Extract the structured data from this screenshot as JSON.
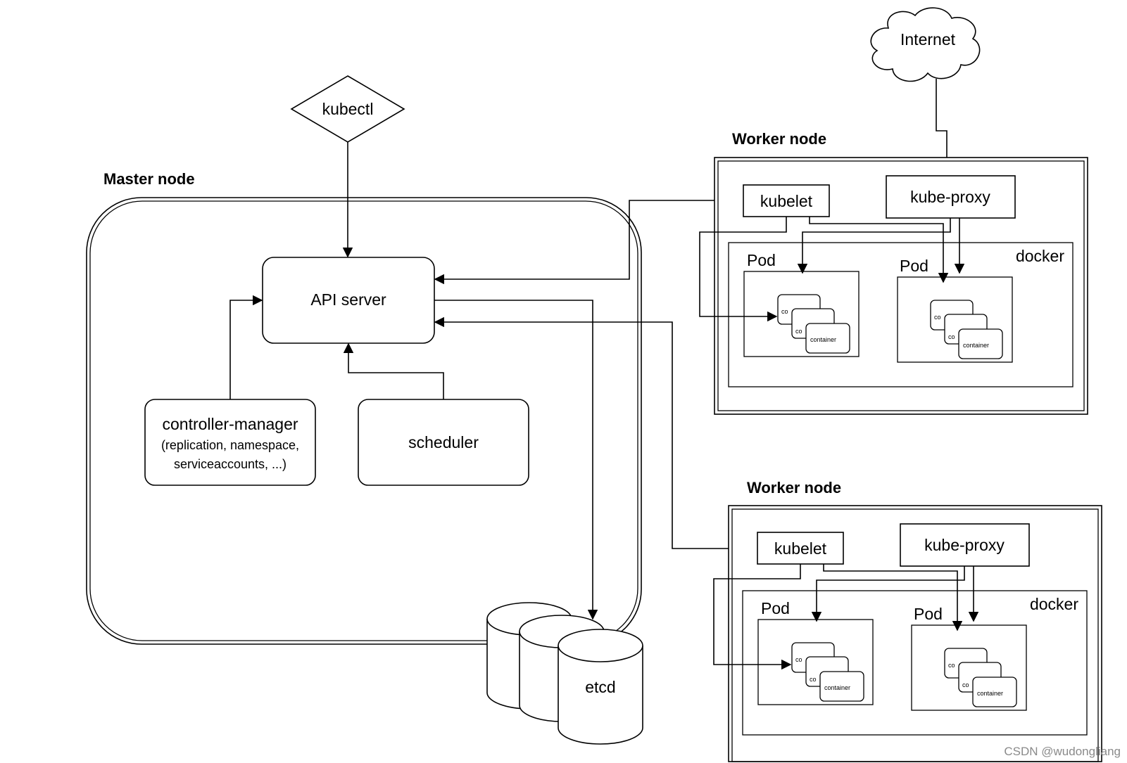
{
  "diagram": {
    "kubectl": "kubectl",
    "internet": "Internet",
    "master": {
      "title": "Master node",
      "api_server": "API server",
      "controller_manager": {
        "title": "controller-manager",
        "line1": "(replication, namespace,",
        "line2": "serviceaccounts, ...)"
      },
      "scheduler": "scheduler",
      "etcd": "etcd"
    },
    "workers": [
      {
        "title": "Worker node",
        "kubelet": "kubelet",
        "kube_proxy": "kube-proxy",
        "docker": "docker",
        "pods": [
          {
            "label": "Pod",
            "containers": [
              "co",
              "co",
              "container"
            ]
          },
          {
            "label": "Pod",
            "containers": [
              "co",
              "co",
              "container"
            ]
          }
        ]
      },
      {
        "title": "Worker node",
        "kubelet": "kubelet",
        "kube_proxy": "kube-proxy",
        "docker": "docker",
        "pods": [
          {
            "label": "Pod",
            "containers": [
              "co",
              "co",
              "container"
            ]
          },
          {
            "label": "Pod",
            "containers": [
              "co",
              "co",
              "container"
            ]
          }
        ]
      }
    ]
  },
  "watermark": "CSDN @wudongliang"
}
